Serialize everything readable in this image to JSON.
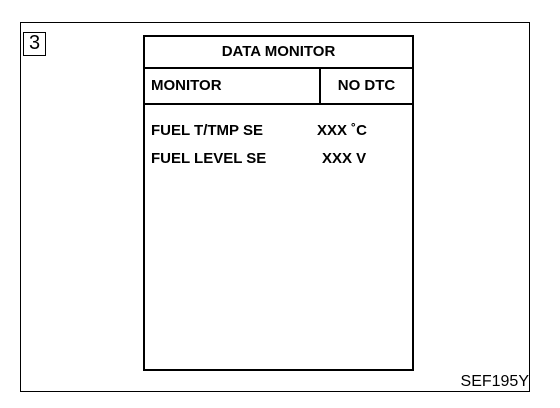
{
  "step": {
    "number": "3"
  },
  "screen": {
    "title": "DATA MONITOR",
    "header": {
      "monitor_label": "MONITOR",
      "status_label": "NO DTC"
    },
    "rows": [
      {
        "name": "FUEL T/TMP SE",
        "value": "XXX ˚C"
      },
      {
        "name": "FUEL LEVEL SE",
        "value": "XXX V"
      }
    ]
  },
  "figure": {
    "code": "SEF195Y"
  }
}
